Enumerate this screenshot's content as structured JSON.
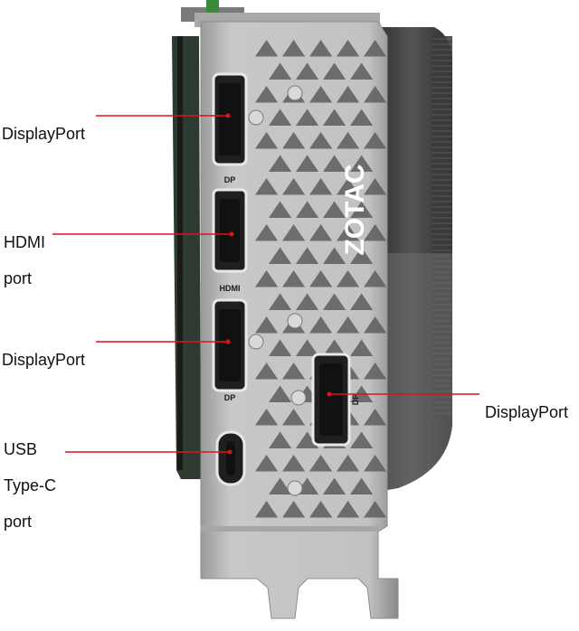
{
  "callouts": [
    {
      "id": "dp1",
      "lines": [
        "DisplayPort"
      ]
    },
    {
      "id": "hdmi",
      "lines": [
        "HDMI",
        "port"
      ]
    },
    {
      "id": "dp2",
      "lines": [
        "DisplayPort"
      ]
    },
    {
      "id": "usbc",
      "lines": [
        "USB",
        "Type-C",
        "port"
      ]
    },
    {
      "id": "dp3",
      "lines": [
        "DisplayPort"
      ]
    }
  ],
  "bracket_labels": {
    "dp1": "DP",
    "hdmi": "HDMI",
    "dp2": "DP",
    "dp3": "DP"
  },
  "brand": "ZOTAC",
  "colors": {
    "leader_line": "#e2121b",
    "bracket": "#b9b9b9",
    "bracket_dark": "#8e8e8e",
    "heatsink": "#3b3b3b",
    "port_frame": "#1f1f1f"
  }
}
